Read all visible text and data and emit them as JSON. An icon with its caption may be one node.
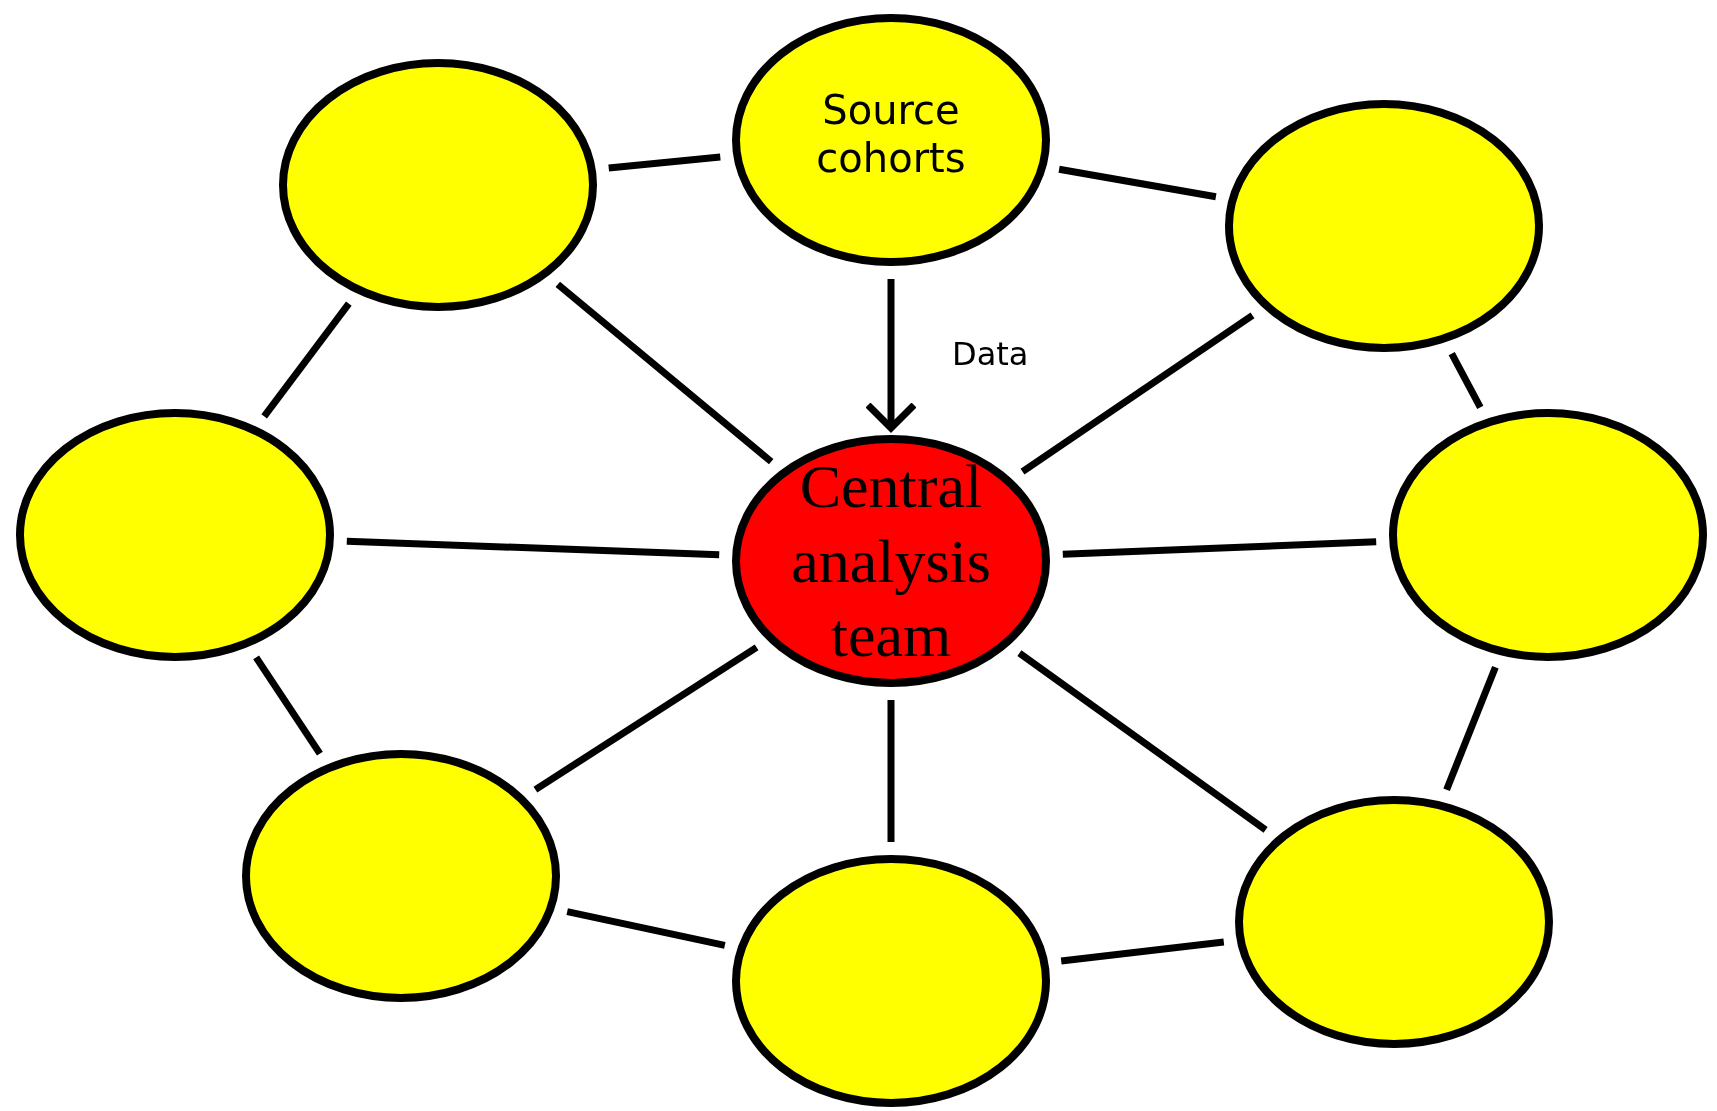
{
  "diagram": {
    "nodes": [
      {
        "text": [
          "Source cohorts"
        ]
      },
      {
        "text": [],
        "shape": "ellipse"
      },
      {
        "text": [],
        "shape": "ellipse"
      },
      {
        "text": [],
        "shape": "ellipse"
      },
      {
        "text": [
          "Central analysis team"
        ]
      },
      {
        "text": [],
        "shape": "ellipse"
      },
      {
        "text": [],
        "shape": "ellipse"
      },
      {
        "text": [],
        "shape": "ellipse"
      },
      {
        "text": [],
        "shape": "ellipse"
      }
    ],
    "edges": [
      {
        "from": 1,
        "to": 0,
        "arrow": "none"
      },
      {
        "from": 0,
        "to": 2,
        "arrow": "none"
      },
      {
        "from": 0,
        "to": 4,
        "arrow": "to",
        "label": "Data"
      },
      {
        "from": 1,
        "to": 3,
        "arrow": "none"
      },
      {
        "from": 1,
        "to": 4,
        "arrow": "none"
      },
      {
        "from": 2,
        "to": 5,
        "arrow": "none"
      },
      {
        "from": 2,
        "to": 4,
        "arrow": "none"
      },
      {
        "from": 3,
        "to": 4,
        "arrow": "none"
      },
      {
        "from": 4,
        "to": 5,
        "arrow": "none"
      },
      {
        "from": 3,
        "to": 6,
        "arrow": "none"
      },
      {
        "from": 4,
        "to": 6,
        "arrow": "none"
      },
      {
        "from": 4,
        "to": 8,
        "arrow": "none"
      },
      {
        "from": 4,
        "to": 7,
        "arrow": "none"
      },
      {
        "from": 5,
        "to": 7,
        "arrow": "none"
      },
      {
        "from": 6,
        "to": 8,
        "arrow": "none"
      },
      {
        "from": 8,
        "to": 7,
        "arrow": "none"
      }
    ]
  }
}
